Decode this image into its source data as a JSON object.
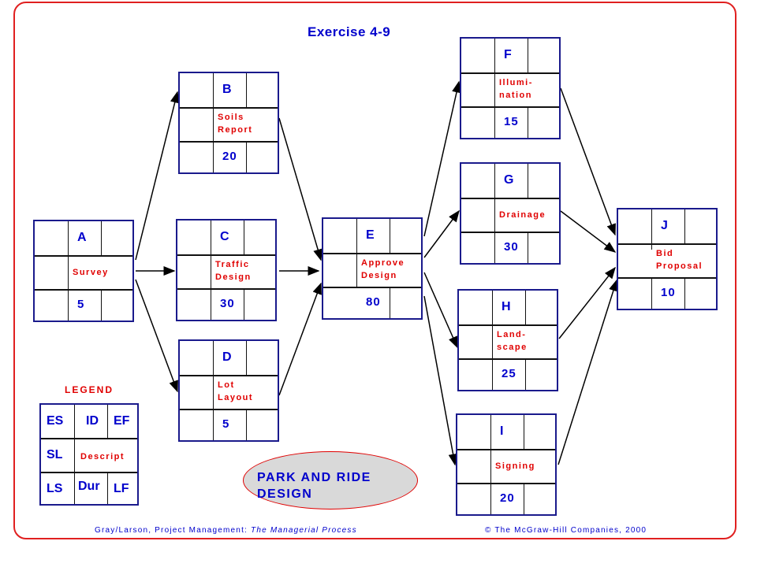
{
  "title": "Exercise 4-9",
  "nodes": [
    {
      "id": "A",
      "desc": "Survey",
      "dur": "5"
    },
    {
      "id": "B",
      "desc": "Soils\nReport",
      "dur": "20"
    },
    {
      "id": "C",
      "desc": "Traffic\nDesign",
      "dur": "30"
    },
    {
      "id": "D",
      "desc": "Lot\nLayout",
      "dur": "5"
    },
    {
      "id": "E",
      "desc": "Approve\n  Design",
      "dur": "80"
    },
    {
      "id": "F",
      "desc": "Illumi-\nnation",
      "dur": "15"
    },
    {
      "id": "G",
      "desc": "Drainage",
      "dur": "30"
    },
    {
      "id": "H",
      "desc": "Land-\nscape",
      "dur": "25"
    },
    {
      "id": "I",
      "desc": "Signing",
      "dur": "20"
    },
    {
      "id": "J",
      "desc": "      Bid\nProposal",
      "dur": "10"
    }
  ],
  "legend": {
    "title": "LEGEND",
    "es": "ES",
    "id": "ID",
    "ef": "EF",
    "sl": "SL",
    "descript": "Descript",
    "ls": "LS",
    "dur": "Dur",
    "lf": "LF"
  },
  "ellipse_text": "PARK  AND  RIDE\n    DESIGN",
  "footer": {
    "left_prefix": "Gray/Larson,  Project Management: ",
    "left_italic": "The Managerial Process",
    "right": "© The McGraw-Hill Companies, 2000"
  },
  "colors": {
    "frame": "#e02020",
    "id_text": "#0000cc",
    "desc_text": "#e00000",
    "ellipse_fill": "#d9d9d9"
  }
}
